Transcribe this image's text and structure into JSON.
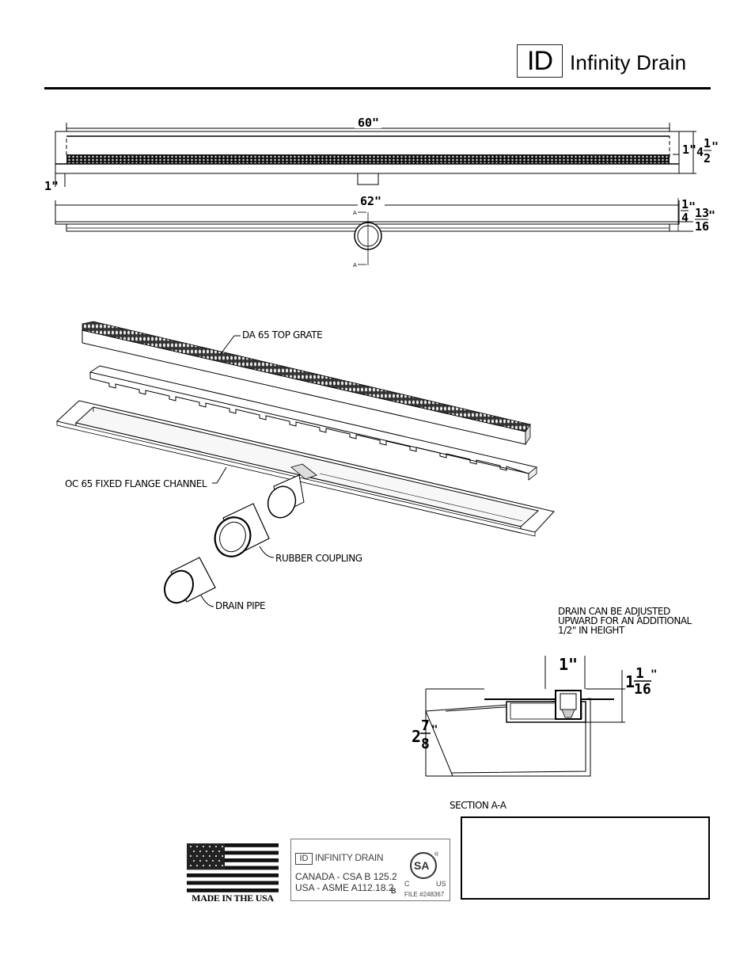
{
  "header": {
    "logo_mark": "ID",
    "brand_name": "Infinity Drain"
  },
  "top_view": {
    "length_dim": "60\"",
    "depth_dim_inner": "1\"",
    "height_whole": "4",
    "height_num": "1",
    "height_den": "2",
    "height_unit": "\"",
    "edge_dim": "1\""
  },
  "side_view": {
    "length_dim": "62\"",
    "flange_num": "1",
    "flange_den": "4",
    "flange_unit": "\"",
    "thickness_num": "13",
    "thickness_den": "16",
    "thickness_unit": "\"",
    "section_marker": "A"
  },
  "exploded_view": {
    "grate_label": "DA 65 TOP GRATE",
    "channel_label": "OC 65 FIXED FLANGE CHANNEL",
    "coupling_label": "RUBBER COUPLING",
    "pipe_label": "DRAIN PIPE"
  },
  "note": {
    "lines": [
      "DRAIN CAN BE ADJUSTED",
      "UPWARD FOR AN ADDITIONAL",
      "1/2\" IN HEIGHT"
    ]
  },
  "section_view": {
    "label": "SECTION A-A",
    "width_dim": "1\"",
    "depth_whole": "1",
    "depth_num": "1",
    "depth_den": "16",
    "depth_unit": "\"",
    "height_whole": "2",
    "height_num": "7",
    "height_den": "8",
    "height_unit": "\""
  },
  "badges": {
    "flag_caption": "MADE IN THE USA",
    "cert_logo": "ID",
    "cert_brand": "INFINITY DRAIN",
    "cert_canada": "CANADA - CSA B 125.2",
    "cert_usa": "USA - ASME A112.18.2",
    "cert_b": "B",
    "cert_c": "C",
    "cert_us": "US",
    "cert_file": "FILE #248367",
    "csa_mark": "SA",
    "csa_c": "C",
    "csa_r": "®"
  }
}
